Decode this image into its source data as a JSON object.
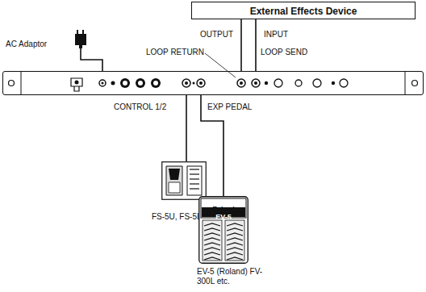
{
  "diagram": {
    "nodes": [
      {
        "text": [
          "External Effects Device"
        ]
      },
      {
        "text": [
          "LOOP RETURN",
          "LOOP SEND",
          "CONTROL 1/2",
          "EXP PEDAL"
        ]
      },
      {
        "text": [
          "FS-5U, FS-5L etc."
        ]
      },
      {
        "text": [
          "Roland",
          "EV-5",
          "EV-5 (Roland) FV-300L etc."
        ]
      },
      {
        "text": [
          "AC Adaptor"
        ]
      }
    ],
    "edges": [
      {
        "from": 0,
        "to": 1,
        "arrow": "none"
      },
      {
        "from": 1,
        "to": 0,
        "arrow": "none"
      },
      {
        "from": 2,
        "to": 1,
        "arrow": "none"
      },
      {
        "from": 3,
        "to": 1,
        "arrow": "none"
      },
      {
        "from": 4,
        "to": 1,
        "arrow": "none"
      }
    ],
    "labels": [
      "OUTPUT",
      "INPUT"
    ]
  }
}
